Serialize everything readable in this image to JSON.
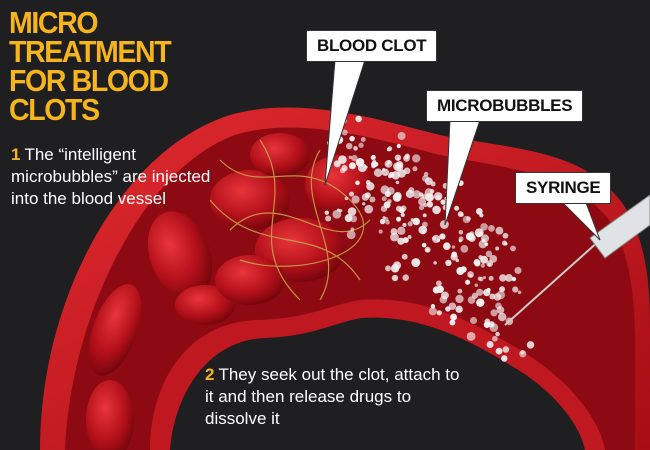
{
  "title": {
    "lines": [
      "MICRO",
      "TREATMENT",
      "FOR BLOOD",
      "CLOTS"
    ]
  },
  "steps": [
    {
      "number": "1",
      "text": "The “intelligent microbubbles” are injected into the blood vessel"
    },
    {
      "number": "2",
      "text": "They seek out the clot, attach to it and then release drugs to dissolve it"
    }
  ],
  "labels": {
    "blood_clot": "BLOOD CLOT",
    "microbubbles": "MICROBUBBLES",
    "syringe": "SYRINGE"
  },
  "colors": {
    "accent": "#f6b51c",
    "background": "#1f1f21",
    "vessel": "#c8161d"
  }
}
